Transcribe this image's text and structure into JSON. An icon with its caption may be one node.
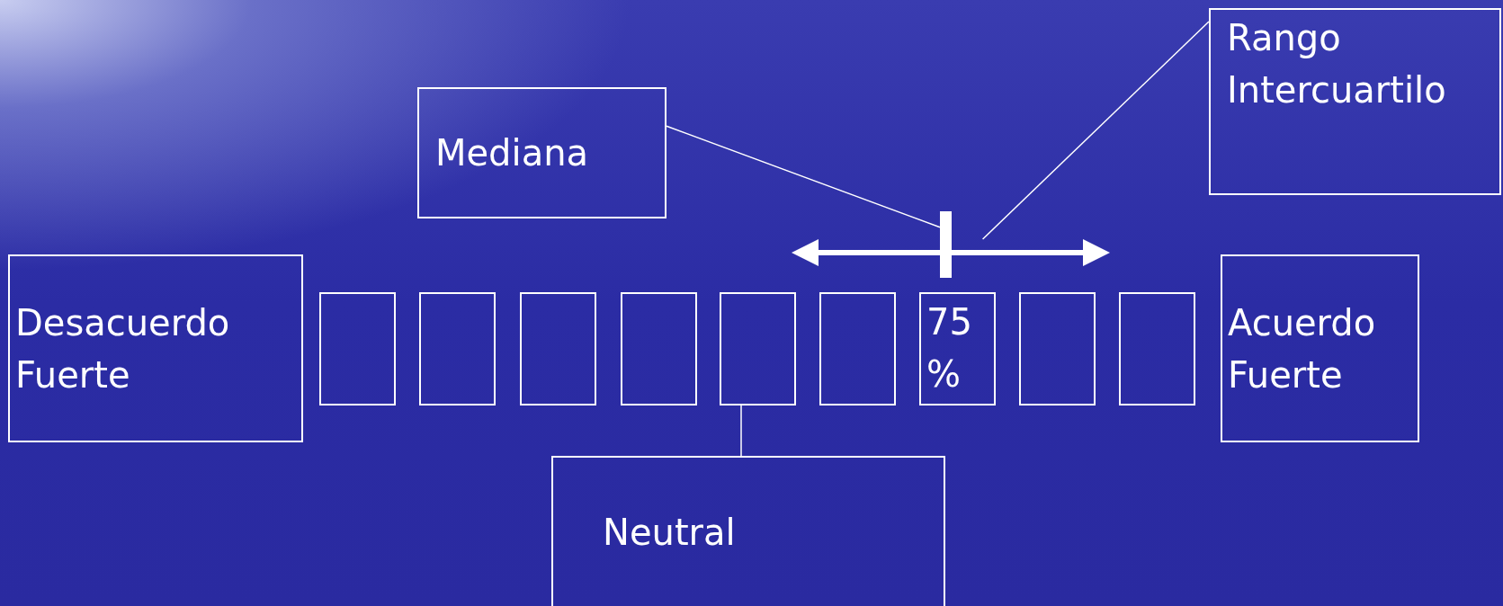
{
  "diagram": {
    "nodes": [
      {
        "text": [
          "Mediana"
        ]
      },
      {
        "text": [
          "Rango Intercuartilo"
        ]
      },
      {
        "text": [
          "Desacuerdo Fuerte"
        ]
      },
      {
        "text": [],
        "shape": "box"
      },
      {
        "text": [],
        "shape": "box"
      },
      {
        "text": [],
        "shape": "box"
      },
      {
        "text": [],
        "shape": "box"
      },
      {
        "text": [],
        "shape": "box"
      },
      {
        "text": [],
        "shape": "box"
      },
      {
        "text": [
          "75 %"
        ]
      },
      {
        "text": [],
        "shape": "box"
      },
      {
        "text": [],
        "shape": "box"
      },
      {
        "text": [
          "Acuerdo Fuerte"
        ]
      },
      {
        "text": [
          "Neutral"
        ]
      },
      {
        "text": [],
        "shape": "bar"
      },
      {
        "text": [],
        "shape": "arrow"
      }
    ],
    "edges": [
      {
        "from": 0,
        "to": 14,
        "arrow": "none"
      },
      {
        "from": 1,
        "to": 15,
        "arrow": "none"
      },
      {
        "from": 13,
        "to": 7,
        "arrow": "none"
      }
    ]
  }
}
